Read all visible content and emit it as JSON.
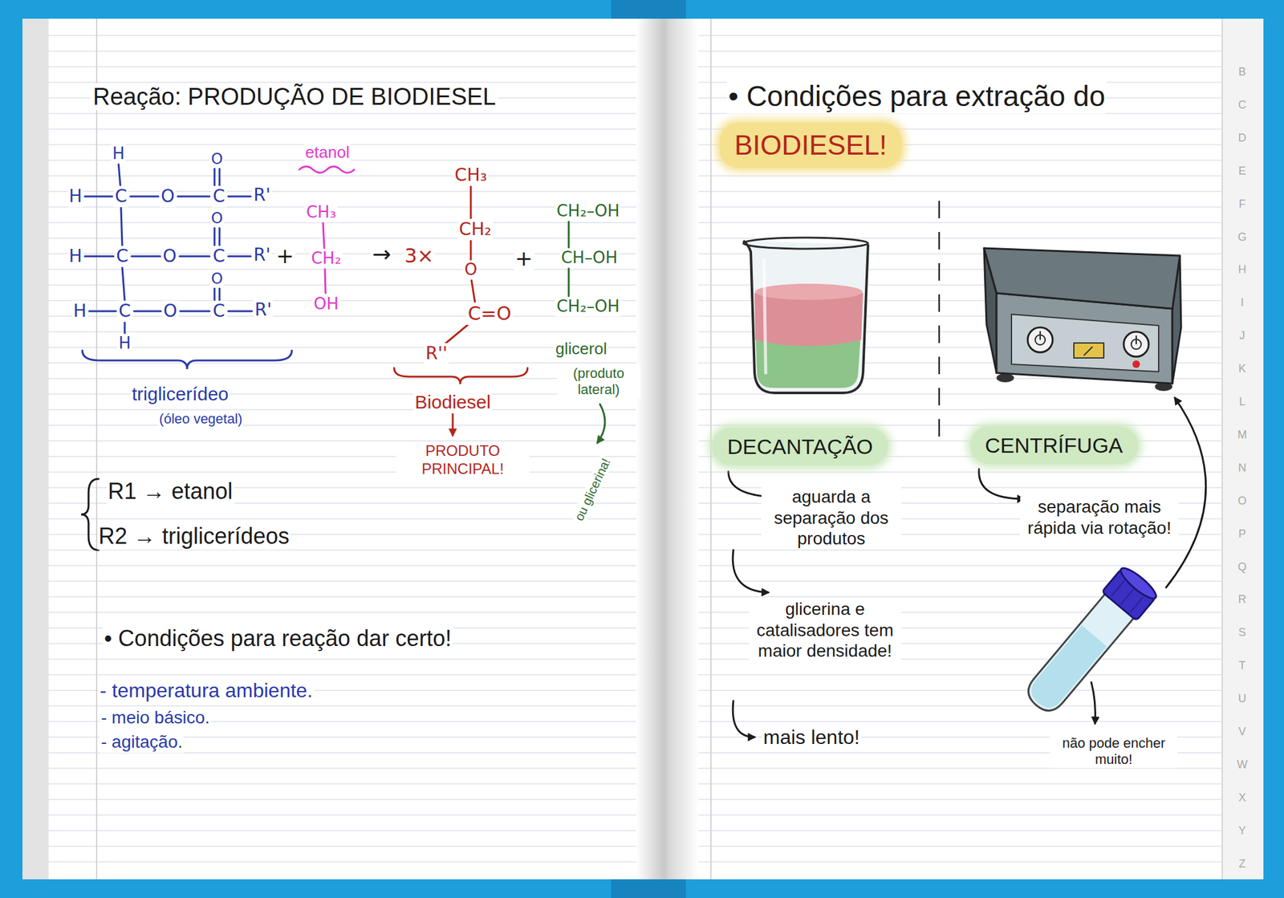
{
  "diagram": {
    "title": "Reação: PRODUÇÃO DE BIODIESEL",
    "nodes": [
      {
        "text": [
          "BIODIESEL!"
        ]
      },
      {
        "text": [
          "DECANTAÇÃO"
        ]
      },
      {
        "text": [
          "CENTRÍFUGA"
        ]
      }
    ],
    "labels": [
      "H",
      "H",
      "C",
      "O",
      "C",
      "R'",
      "O",
      "H",
      "C",
      "O",
      "C",
      "R'",
      "O",
      "H",
      "C",
      "O",
      "C",
      "R'",
      "O",
      "H",
      "triglicerídeo",
      "(óleo vegetal)",
      "+",
      "etanol",
      "CH₃",
      "CH₂",
      "OH",
      "→",
      "3×",
      "CH₃",
      "CH₂",
      "O",
      "C=O",
      "R''",
      "Biodiesel",
      "PRODUTO PRINCIPAL!",
      "+",
      "CH₂–OH",
      "CH–OH",
      "CH₂–OH",
      "glicerol",
      "(produto lateral)",
      "ou glicerina!",
      "R1 → etanol",
      "R2 → triglicerídeos",
      "• Condições para reação dar certo!",
      "- temperatura ambiente.",
      "- meio básico.",
      "- agitação.",
      "• Condições para extração do",
      "aguarda a separação dos produtos",
      "glicerina e catalisadores tem maior densidade!",
      "mais lento!",
      "separação mais rápida via rotação!",
      "não pode encher muito!",
      "B",
      "C",
      "D",
      "E",
      "F",
      "G",
      "H",
      "I",
      "J",
      "K",
      "L",
      "M",
      "N",
      "O",
      "P",
      "Q",
      "R",
      "S",
      "T",
      "U",
      "V",
      "W",
      "X",
      "Y",
      "Z"
    ]
  }
}
